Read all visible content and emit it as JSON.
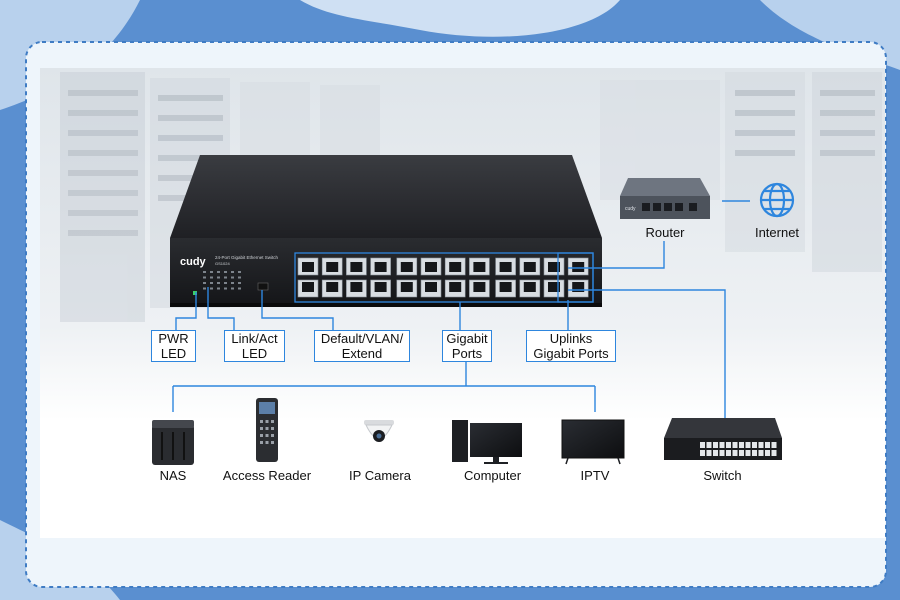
{
  "switch": {
    "brand": "cudy",
    "model_title": "24-Port Gigabit Ethernet Switch",
    "model_code": "GS1024"
  },
  "callouts": [
    {
      "line1": "PWR",
      "line2": "LED"
    },
    {
      "line1": "Link/Act",
      "line2": "LED"
    },
    {
      "line1": "Default/VLAN/",
      "line2": "Extend"
    },
    {
      "line1": "Gigabit",
      "line2": "Ports"
    },
    {
      "line1": "Uplinks",
      "line2": "Gigabit Ports"
    }
  ],
  "network": {
    "router": "Router",
    "internet": "Internet"
  },
  "devices": {
    "nas": "NAS",
    "access_reader": "Access Reader",
    "ip_camera": "IP Camera",
    "computer": "Computer",
    "iptv": "IPTV",
    "switch": "Switch"
  },
  "colors": {
    "outer_bg": "#5a8fd0",
    "frame_bg": "#eef5fb",
    "dashed_border": "#3f7cc4",
    "line": "#2e86de",
    "switch_body": "#2b2d31"
  }
}
